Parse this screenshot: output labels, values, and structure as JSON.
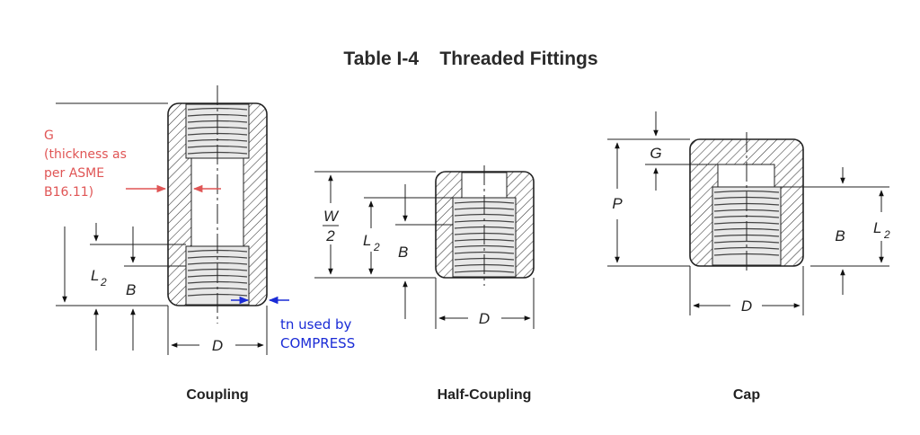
{
  "title": "Table I-4    Threaded Fittings",
  "captions": {
    "coupling": "Coupling",
    "half_coupling": "Half-Coupling",
    "cap": "Cap"
  },
  "dims": {
    "D": "D",
    "B": "B",
    "L": "L",
    "L_sub": "2",
    "G": "G",
    "P": "P",
    "W": "W",
    "W_den": "2"
  },
  "annotations": {
    "g_note": [
      "G",
      "(thickness as",
      "per ASME",
      "B16.11)"
    ],
    "tn_note": [
      "tn used by",
      "COMPRESS"
    ],
    "red_color": "#e05555",
    "blue_color": "#1a2bd6"
  }
}
